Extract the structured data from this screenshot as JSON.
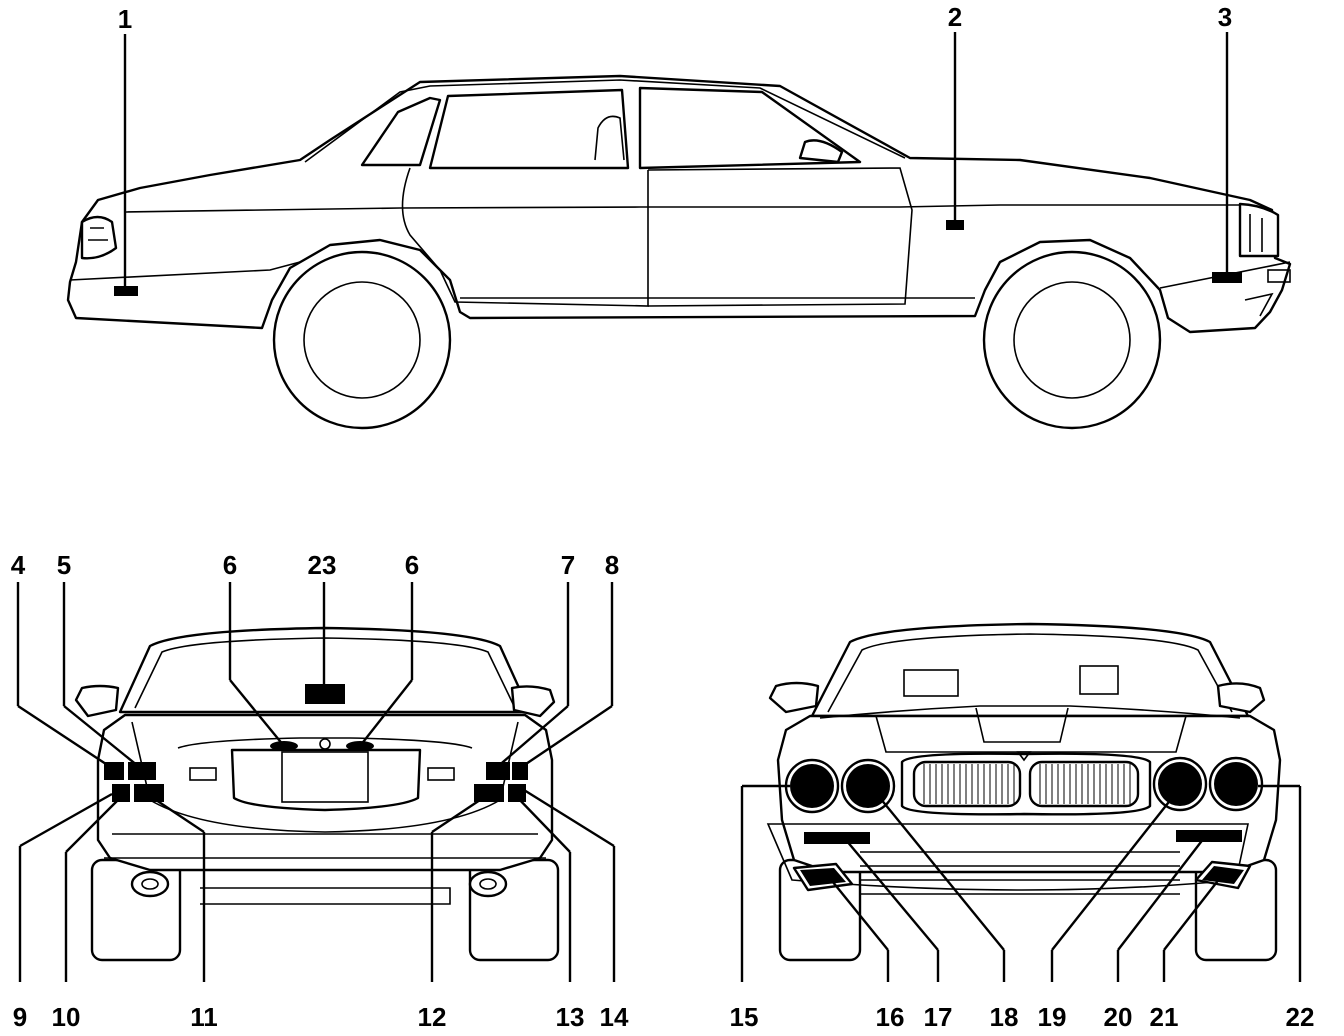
{
  "side_view": {
    "callouts": [
      {
        "id": "c1",
        "label": "1"
      },
      {
        "id": "c2",
        "label": "2"
      },
      {
        "id": "c3",
        "label": "3"
      }
    ]
  },
  "rear_view": {
    "callouts": [
      {
        "id": "c4",
        "label": "4"
      },
      {
        "id": "c5",
        "label": "5"
      },
      {
        "id": "c6a",
        "label": "6"
      },
      {
        "id": "c23",
        "label": "23"
      },
      {
        "id": "c6b",
        "label": "6"
      },
      {
        "id": "c7",
        "label": "7"
      },
      {
        "id": "c8",
        "label": "8"
      },
      {
        "id": "c9",
        "label": "9"
      },
      {
        "id": "c10",
        "label": "10"
      },
      {
        "id": "c11",
        "label": "11"
      },
      {
        "id": "c12",
        "label": "12"
      },
      {
        "id": "c13",
        "label": "13"
      },
      {
        "id": "c14",
        "label": "14"
      }
    ]
  },
  "front_view": {
    "callouts": [
      {
        "id": "c15",
        "label": "15"
      },
      {
        "id": "c16",
        "label": "16"
      },
      {
        "id": "c17",
        "label": "17"
      },
      {
        "id": "c18",
        "label": "18"
      },
      {
        "id": "c19",
        "label": "19"
      },
      {
        "id": "c20",
        "label": "20"
      },
      {
        "id": "c21",
        "label": "21"
      },
      {
        "id": "c22",
        "label": "22"
      }
    ]
  }
}
